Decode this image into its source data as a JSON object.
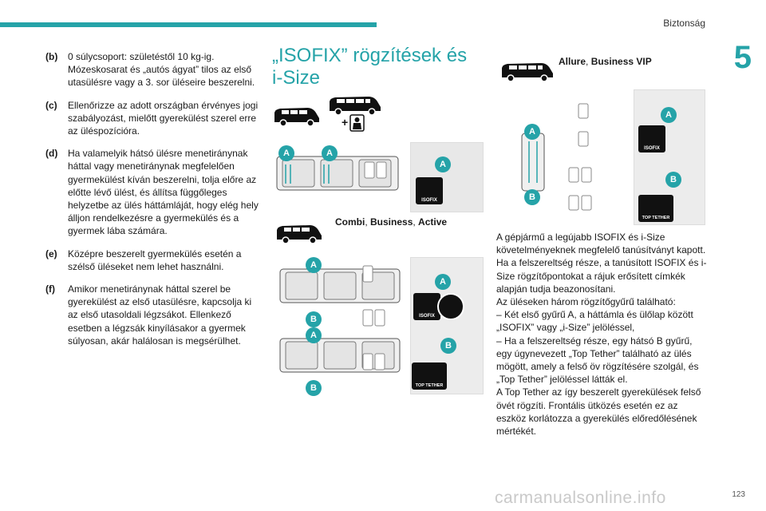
{
  "header": {
    "section": "Biztonság",
    "chapter": "5",
    "page": "123"
  },
  "watermark": "carmanualsonline.info",
  "col1": {
    "items": [
      {
        "label": "(b)",
        "text": "0 súlycsoport: születéstől 10 kg-ig. Mózeskosarat és „autós ágyat” tilos az első utasülésre vagy a 3. sor üléseire beszerelni."
      },
      {
        "label": "(c)",
        "text": "Ellenőrizze az adott országban érvényes jogi szabályozást, mielőtt gyerekülést szerel erre az üléspozícióra."
      },
      {
        "label": "(d)",
        "text": "Ha valamelyik hátsó ülésre menetiránynak háttal vagy menetiránynak megfelelően gyermekülést kíván beszerelni, tolja előre az előtte lévő ülést, és állítsa függőleges helyzetbe az ülés háttámláját, hogy elég hely álljon rendelkezésre a gyermekülés és a gyermek lába számára."
      },
      {
        "label": "(e)",
        "text": "Középre beszerelt gyermekülés esetén a szélső üléseket nem lehet használni."
      },
      {
        "label": "(f)",
        "text": "Amikor menetiránynak háttal szerel be gyerekülést az első utasülésre, kapcsolja ki az első utasoldali légzsákot. Ellenkező esetben a légzsák kinyílásakor a gyermek súlyosan, akár halálosan is megsérülhet."
      }
    ]
  },
  "col2": {
    "title": "„ISOFIX” rögzítések és i-Size",
    "variant": "Combi, Business, Active",
    "variant_bold_parts": [
      "Combi",
      ", ",
      "Business",
      ", ",
      "Active"
    ]
  },
  "col3": {
    "variant_parts": [
      "Allure",
      ", ",
      "Business VIP"
    ],
    "paragraphs": [
      "A gépjármű a legújabb ISOFIX és i-Size követelményeknek megfelelő tanúsítványt kapott.",
      "Ha a felszereltség része, a tanúsított ISOFIX és i-Size rögzítőpontokat a rájuk erősített címkék alapján tudja beazonosítani.",
      "Az üléseken három rögzítőgyűrű található:",
      "– Két első gyűrű A, a háttámla és ülőlap között „ISOFIX” vagy „i-Size” jelöléssel,",
      "– Ha a felszereltség része, egy hátsó B gyűrű, egy úgynevezett „Top Tether” található az ülés mögött, amely a felső öv rögzítésére szolgál, és „Top Tether” jelöléssel látták el.",
      "A Top Tether az így beszerelt gyerekülések felső övét rögzíti. Frontális ütközés esetén ez az eszköz korlátozza a gyerekülés előredőlésének mértékét."
    ]
  },
  "labels": {
    "badge_a": "A",
    "badge_b": "B",
    "isofix": "ISOFIX",
    "top_tether": "TOP TETHER"
  },
  "colors": {
    "accent": "#25a3a8",
    "text": "#1a1a1a"
  }
}
